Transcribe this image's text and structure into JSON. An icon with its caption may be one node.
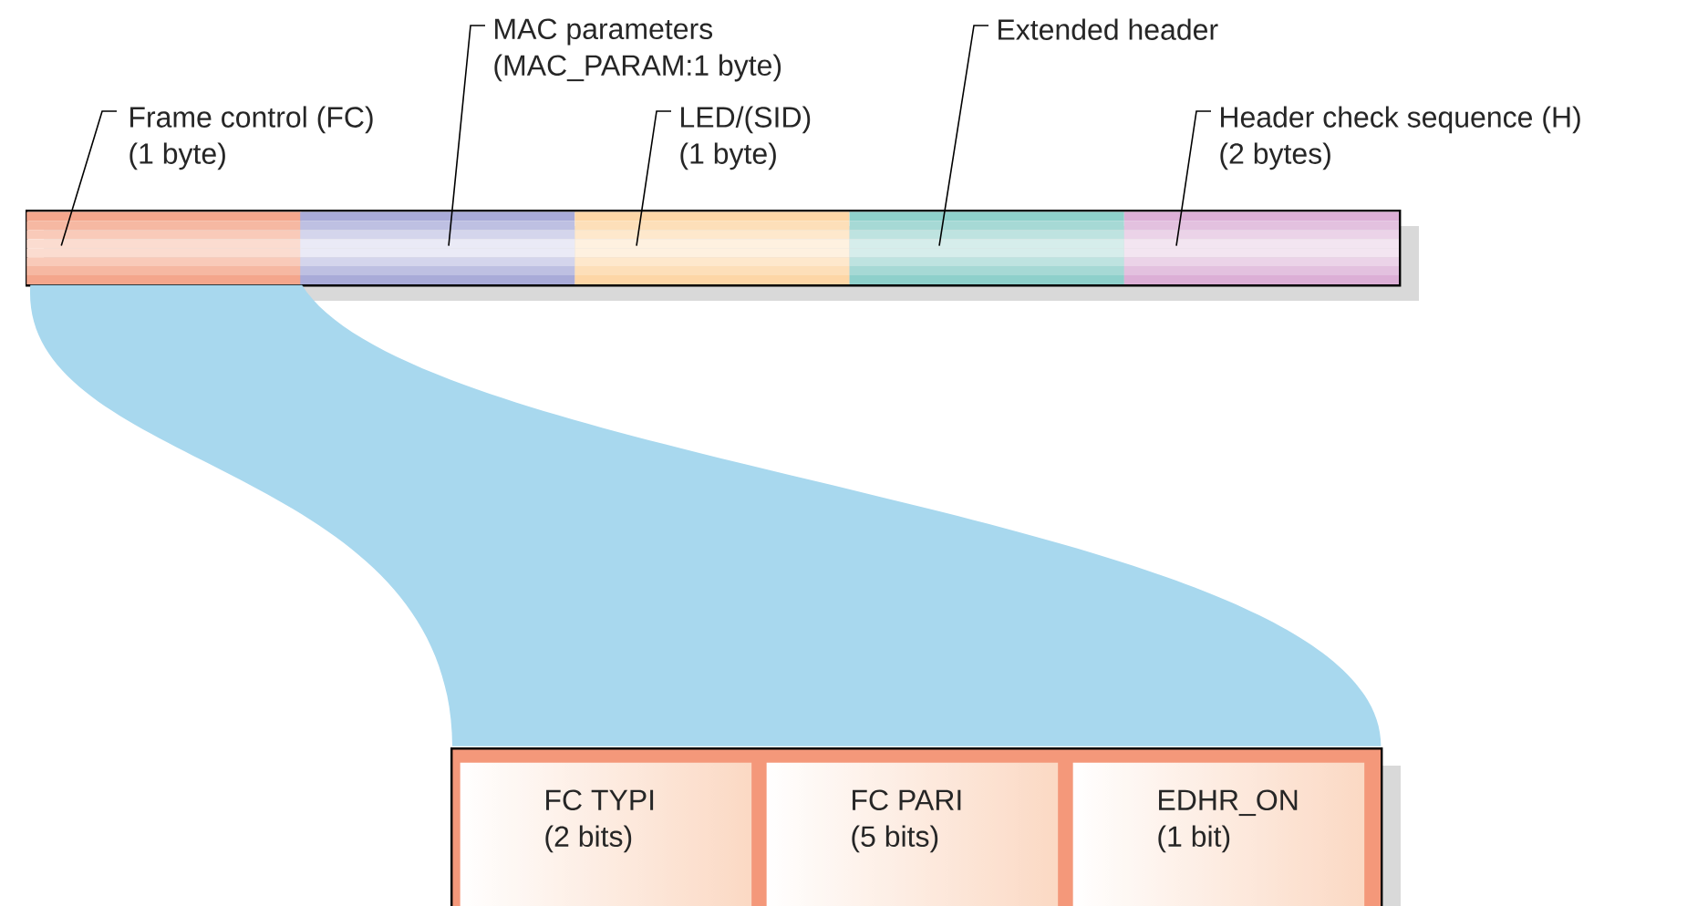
{
  "diagram": {
    "nodes": [
      {
        "text": [],
        "shape": "bar"
      },
      {
        "text": [],
        "shape": "bar",
        "in": 0
      },
      {
        "text": [],
        "shape": "bar",
        "in": 0
      },
      {
        "text": [],
        "shape": "bar",
        "in": 0
      },
      {
        "text": [],
        "shape": "bar",
        "in": 0
      },
      {
        "text": [],
        "shape": "bar",
        "in": 0
      },
      {
        "text": [
          "Frame control (FC)",
          "(1 byte)"
        ]
      },
      {
        "text": [
          "MAC parameters",
          "(MAC_PARAM:1 byte)"
        ]
      },
      {
        "text": [
          "LED/(SID)",
          "(1 byte)"
        ]
      },
      {
        "text": [
          "Extended header"
        ]
      },
      {
        "text": [
          "Header check sequence (H)",
          "(2 bytes)"
        ]
      },
      {
        "text": [],
        "shape": "box"
      },
      {
        "text": [
          "FC TYPI",
          "(2 bits)"
        ],
        "in": 11
      },
      {
        "text": [
          "FC PARI",
          "(5 bits)"
        ],
        "in": 11
      },
      {
        "text": [
          "EDHR_ON",
          "(1 bit)"
        ],
        "in": 11
      }
    ],
    "edges": [
      {
        "from": 6,
        "to": 1,
        "arrow": "none"
      },
      {
        "from": 7,
        "to": 2,
        "arrow": "none"
      },
      {
        "from": 8,
        "to": 3,
        "arrow": "none"
      },
      {
        "from": 9,
        "to": 4,
        "arrow": "none"
      },
      {
        "from": 10,
        "to": 5,
        "arrow": "none"
      },
      {
        "from": 1,
        "to": 11,
        "arrow": "none",
        "color": "#a8d8ee"
      }
    ]
  }
}
